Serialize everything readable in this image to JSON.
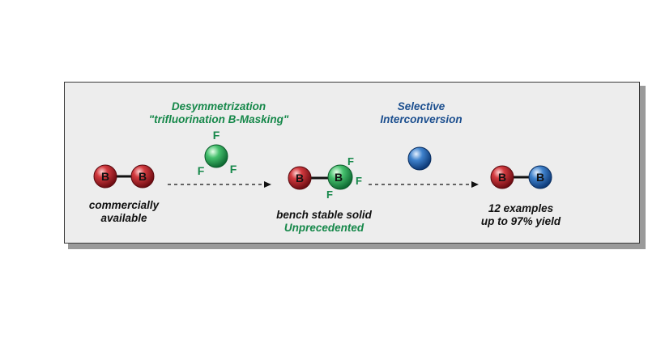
{
  "colors": {
    "green": "#16884a",
    "blue": "#1c4f8f",
    "red_atom": "#b8202a",
    "green_atom": "#2faa5a",
    "blue_atom": "#2f6fb8"
  },
  "step1": {
    "line1": "Desymmetrization",
    "line2": "\"trifluorination B-Masking\""
  },
  "step2": {
    "line1": "Selective",
    "line2": "Interconversion"
  },
  "start": {
    "line1": "commercially",
    "line2": "available"
  },
  "middle": {
    "line1": "bench stable solid",
    "line2": "Unprecedented"
  },
  "product": {
    "line1": "12 examples",
    "line2": "up to 97% yield"
  },
  "atoms": {
    "boron": "B",
    "fluorine": "F"
  }
}
